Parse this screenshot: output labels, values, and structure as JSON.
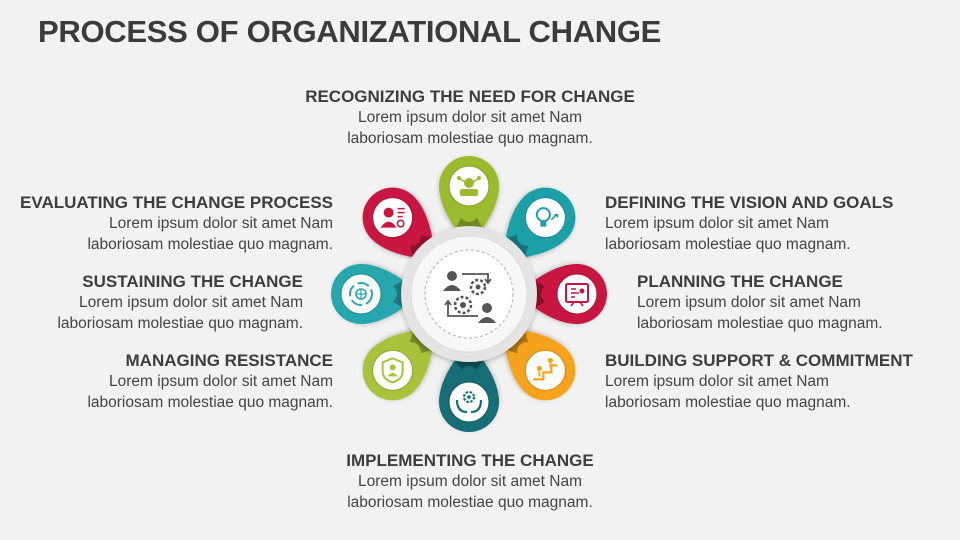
{
  "title": "PROCESS OF ORGANIZATIONAL CHANGE",
  "center_icon": "change-process-icon",
  "steps": [
    {
      "heading": "RECOGNIZING THE NEED FOR CHANGE",
      "line1": "Lorem ipsum dolor sit amet Nam",
      "line2": "laboriosam molestiae quo magnam.",
      "color": "#9bbb2e",
      "icon": "idea-network-icon"
    },
    {
      "heading": "DEFINING THE VISION AND GOALS",
      "line1": "Lorem ipsum dolor sit amet Nam",
      "line2": "laboriosam molestiae quo magnam.",
      "color": "#1fa0a8",
      "icon": "lightbulb-target-icon"
    },
    {
      "heading": "PLANNING THE CHANGE",
      "line1": "Lorem ipsum dolor sit amet Nam",
      "line2": "laboriosam molestiae quo magnam.",
      "color": "#c8143f",
      "icon": "planning-board-icon"
    },
    {
      "heading": "BUILDING SUPPORT & COMMITMENT",
      "line1": "Lorem ipsum dolor sit amet Nam",
      "line2": "laboriosam molestiae quo magnam.",
      "color": "#f5a31a",
      "icon": "support-climb-icon"
    },
    {
      "heading": "IMPLEMENTING THE CHANGE",
      "line1": "Lorem ipsum dolor sit amet Nam",
      "line2": "laboriosam molestiae quo magnam.",
      "color": "#146d74",
      "icon": "hands-gear-icon"
    },
    {
      "heading": "MANAGING RESISTANCE",
      "line1": "Lorem ipsum dolor sit amet Nam",
      "line2": "laboriosam molestiae quo magnam.",
      "color": "#a8c23a",
      "icon": "shield-person-icon"
    },
    {
      "heading": "SUSTAINING THE CHANGE",
      "line1": "Lorem ipsum dolor sit amet Nam",
      "line2": "laboriosam molestiae quo magnam.",
      "color": "#27a7ad",
      "icon": "cycle-globe-icon"
    },
    {
      "heading": "EVALUATING THE CHANGE PROCESS",
      "line1": "Lorem ipsum dolor sit amet Nam",
      "line2": "laboriosam molestiae quo magnam.",
      "color": "#c8163f",
      "icon": "person-evaluate-icon"
    }
  ]
}
